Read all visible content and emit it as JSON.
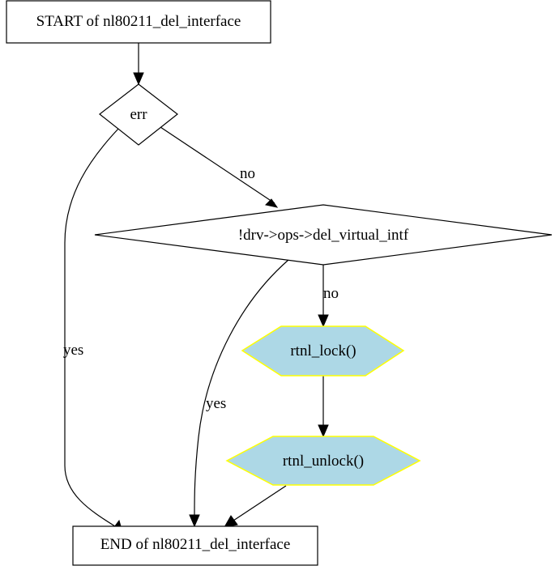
{
  "nodes": {
    "start": {
      "label": "START of nl80211_del_interface",
      "shape": "box"
    },
    "err": {
      "label": "err",
      "shape": "diamond"
    },
    "drv_check": {
      "label": "!drv->ops->del_virtual_intf",
      "shape": "diamond"
    },
    "rtnl_lock": {
      "label": "rtnl_lock()",
      "shape": "hexagon",
      "fill": "#add8e6",
      "stroke": "#ffff00"
    },
    "rtnl_unlock": {
      "label": "rtnl_unlock()",
      "shape": "hexagon",
      "fill": "#add8e6",
      "stroke": "#ffff00"
    },
    "end": {
      "label": "END of nl80211_del_interface",
      "shape": "box"
    }
  },
  "edges": {
    "start_err": {
      "from": "start",
      "to": "err",
      "label": ""
    },
    "err_drv": {
      "from": "err",
      "to": "drv_check",
      "label": "no"
    },
    "err_end": {
      "from": "err",
      "to": "end",
      "label": "yes"
    },
    "drv_lock": {
      "from": "drv_check",
      "to": "rtnl_lock",
      "label": "no"
    },
    "drv_end": {
      "from": "drv_check",
      "to": "end",
      "label": "yes"
    },
    "lock_unlock": {
      "from": "rtnl_lock",
      "to": "rtnl_unlock",
      "label": ""
    },
    "unlock_end": {
      "from": "rtnl_unlock",
      "to": "end",
      "label": ""
    }
  }
}
